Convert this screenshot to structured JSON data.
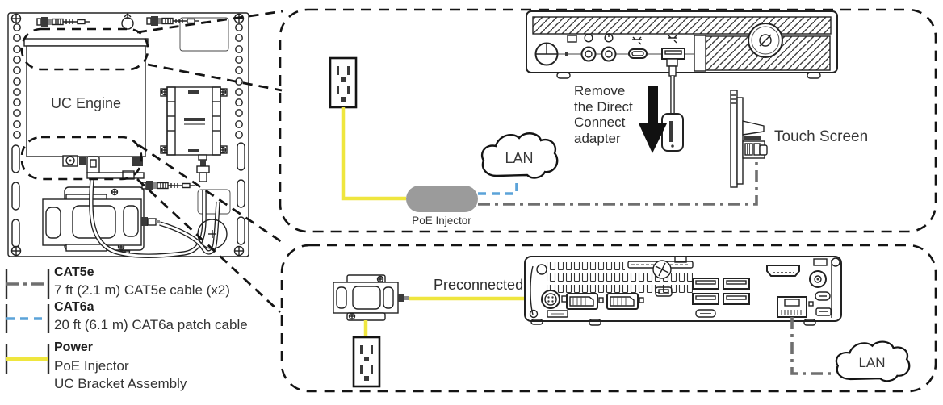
{
  "diagram": {
    "uc_engine_label": "UC Engine",
    "legend": {
      "items": [
        {
          "title": "CAT5e",
          "desc": "7 ft (2.1 m) CAT5e cable (x2)"
        },
        {
          "title": "CAT6a",
          "desc": "20 ft (6.1 m) CAT6a patch cable"
        },
        {
          "title": "Power",
          "desc": "PoE Injector",
          "desc2": "UC Bracket Assembly"
        }
      ]
    },
    "front_panel": {
      "poe_injector_label": "PoE Injector",
      "lan_label": "LAN",
      "note_lines": [
        "Remove",
        "the Direct",
        "Connect",
        "adapter"
      ],
      "touch_screen_label": "Touch Screen"
    },
    "rear_panel": {
      "preconnected_label": "Preconnected",
      "lan_label": "LAN"
    },
    "colors": {
      "power_yellow": "#efe63e",
      "cat6a_blue": "#5ba3d9",
      "cat5e_gray": "#6f6f6f",
      "injector_gray": "#9b9b9b"
    }
  }
}
